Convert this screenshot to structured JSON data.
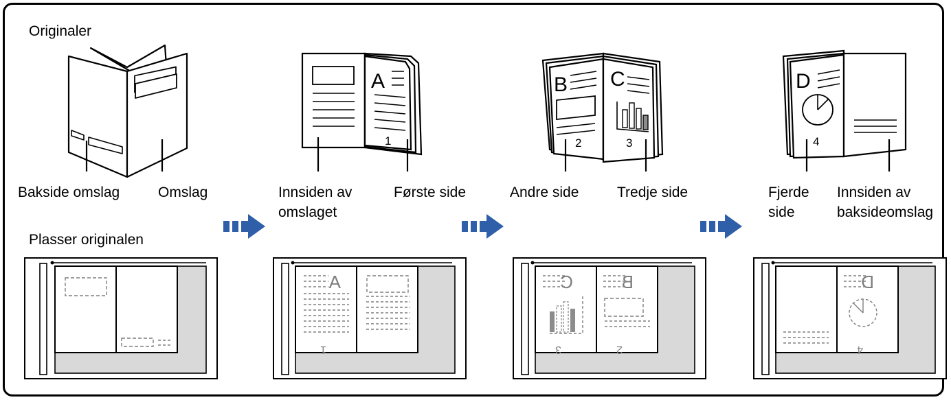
{
  "headings": {
    "originals": "Originaler",
    "place": "Plasser originalen"
  },
  "steps": [
    {
      "left_label": "Bakside omslag",
      "right_label": "Omslag"
    },
    {
      "left_label": "Innsiden av\nomslaget",
      "right_label": "Første side",
      "page_letter": "A",
      "page_number": "1"
    },
    {
      "left_label": "Andre side",
      "right_label": "Tredje side",
      "left_letter": "B",
      "right_letter": "C",
      "left_number": "2",
      "right_number": "3"
    },
    {
      "left_label": "Fjerde\nside",
      "right_label": "Innsiden av\nbaksideomslag",
      "page_letter": "D",
      "page_number": "4"
    }
  ],
  "colors": {
    "arrow": "#2E5FA8",
    "platen": "#D9D9D9",
    "dashed": "#7F7F7F",
    "chart_bar": "#8C8C8C"
  },
  "icons": [
    "next-step-arrow-icon"
  ]
}
